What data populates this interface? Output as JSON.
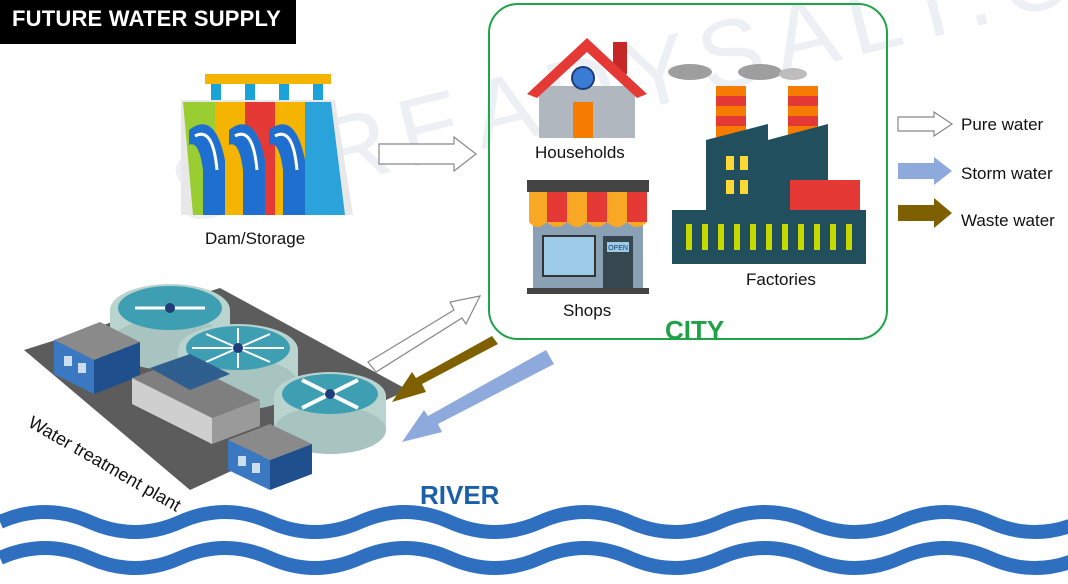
{
  "title": "FUTURE WATER SUPPLY",
  "labels": {
    "dam": "Dam/Storage",
    "households": "Households",
    "shops": "Shops",
    "factories": "Factories",
    "city": "CITY",
    "river": "RIVER",
    "water_treatment": "Water treatment plant",
    "shop_sign": "OPEN"
  },
  "legend": [
    {
      "name": "Pure water",
      "color": "#ffffff"
    },
    {
      "name": "Storm water",
      "color": "#8ea9db"
    },
    {
      "name": "Waste water",
      "color": "#7f6000"
    }
  ],
  "watermark": "SSREADYSALT.COM",
  "colors": {
    "city_border": "#21a34a",
    "river_blue": "#1a5fa8",
    "storm": "#8ea9db",
    "waste": "#7f6000"
  }
}
